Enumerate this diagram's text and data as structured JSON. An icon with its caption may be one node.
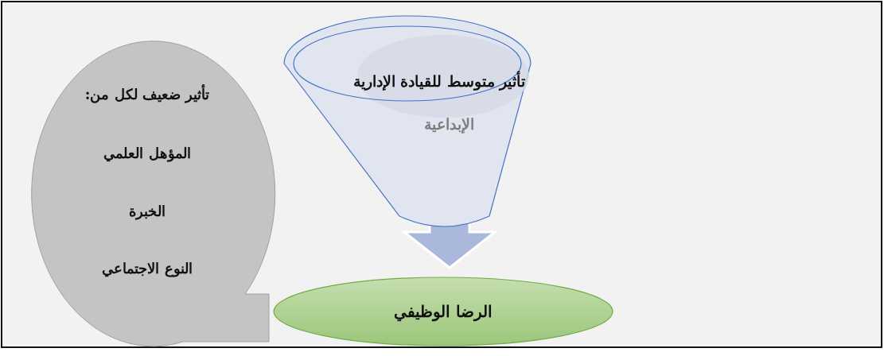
{
  "diagram": {
    "nodes": [
      {
        "text": [
          "تأثير متوسط للقيادة الإدارية",
          "الإبداعية"
        ]
      },
      {
        "text": [
          "تأثير ضعيف لكل من:",
          "المؤهل العلمي",
          "الخبرة",
          "النوع الاجتماعي"
        ]
      },
      {
        "text": [
          "الرضا الوظيفي"
        ]
      }
    ],
    "edges": [
      {
        "from": 0,
        "to": 2,
        "arrow": "to"
      }
    ]
  }
}
